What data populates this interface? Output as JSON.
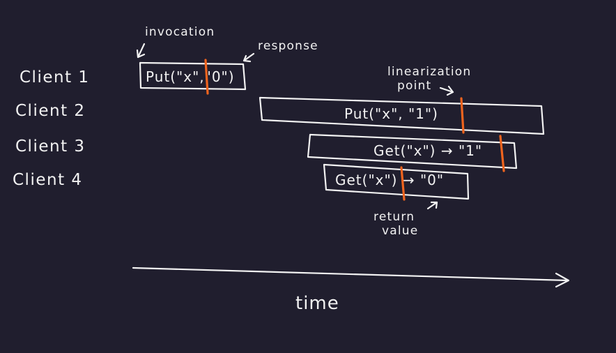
{
  "clients": [
    {
      "label": "Client 1"
    },
    {
      "label": "Client 2"
    },
    {
      "label": "Client 3"
    },
    {
      "label": "Client 4"
    }
  ],
  "operations": [
    {
      "client": "Client 1",
      "text": "Put(\"x\",\"0\")"
    },
    {
      "client": "Client 2",
      "text": "Put(\"x\", \"1\")"
    },
    {
      "client": "Client 3",
      "text": "Get(\"x\") → \"1\""
    },
    {
      "client": "Client 4",
      "text": "Get(\"x\") → \"0\""
    }
  ],
  "annotations": {
    "invocation": "invocation",
    "response": "response",
    "linearization_line1": "linearization",
    "linearization_line2": "point",
    "return_line1": "return",
    "return_line2": "value"
  },
  "axis": {
    "label": "time"
  },
  "colors": {
    "background": "#201e2e",
    "ink": "#f2f2f2",
    "linearization_marker": "#f0641e"
  }
}
